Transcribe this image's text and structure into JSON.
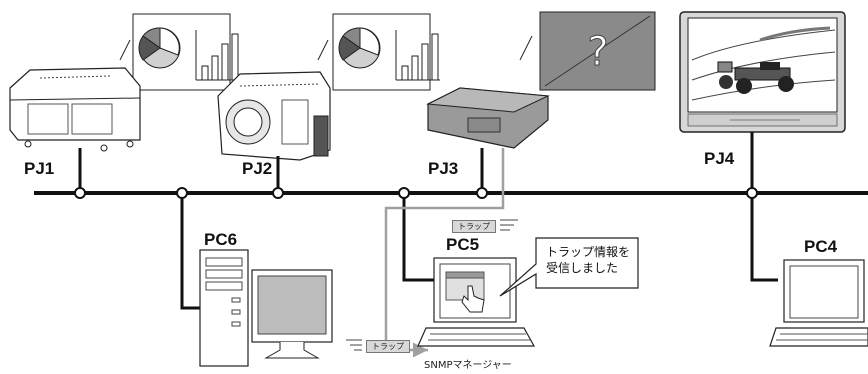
{
  "nodes": {
    "pj1": "PJ1",
    "pj2": "PJ2",
    "pj3": "PJ3",
    "pj4": "PJ4",
    "pc4": "PC4",
    "pc5": "PC5",
    "pc6": "PC6"
  },
  "trap_label": "トラップ",
  "callout": {
    "line1": "トラップ情報を",
    "line2": "受信しました"
  },
  "screen_pj3": "?",
  "caption_pc5": "SNMPマネージャー",
  "colors": {
    "network_line": "#111111",
    "trap_path": "#a0a0a0",
    "device_fill": "#ffffff",
    "dark_gray": "#8a8a8a",
    "light_gray": "#d4d4d4"
  },
  "icons": {
    "pie_chart": "pie-chart-icon",
    "bar_chart": "bar-chart-icon",
    "hand_cursor": "hand-cursor-icon"
  }
}
